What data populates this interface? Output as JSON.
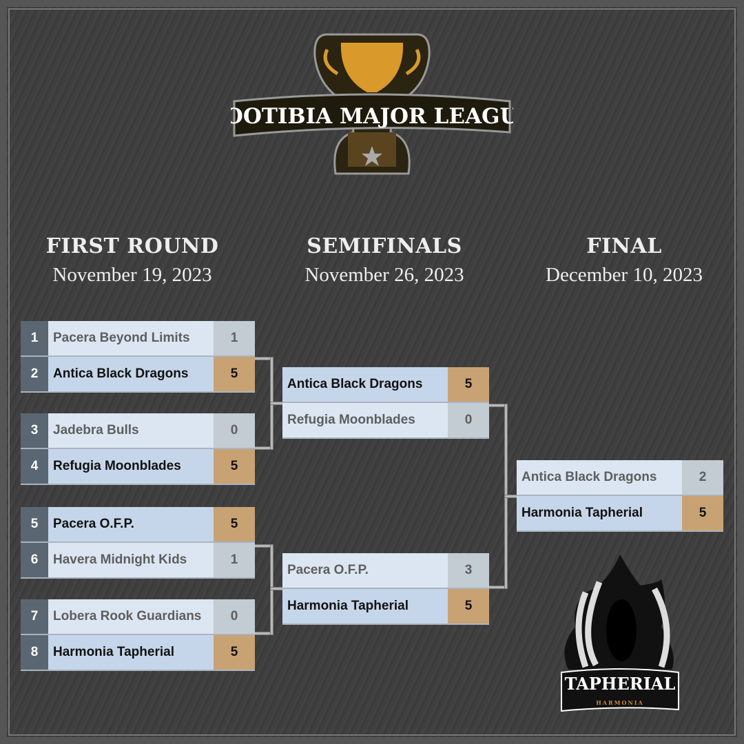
{
  "logo": {
    "text": "FOOTIBIA MAJOR LEAGUE"
  },
  "rounds": [
    {
      "title": "FIRST ROUND",
      "date": "November 19, 2023"
    },
    {
      "title": "SEMIFINALS",
      "date": "November 26, 2023"
    },
    {
      "title": "FINAL",
      "date": "December 10, 2023"
    }
  ],
  "first_round": [
    {
      "seed": "1",
      "team": "Pacera Beyond Limits",
      "score": "1",
      "winner": false
    },
    {
      "seed": "2",
      "team": "Antica Black Dragons",
      "score": "5",
      "winner": true
    },
    {
      "seed": "3",
      "team": "Jadebra Bulls",
      "score": "0",
      "winner": false
    },
    {
      "seed": "4",
      "team": "Refugia Moonblades",
      "score": "5",
      "winner": true
    },
    {
      "seed": "5",
      "team": "Pacera O.F.P.",
      "score": "5",
      "winner": true
    },
    {
      "seed": "6",
      "team": "Havera Midnight Kids",
      "score": "1",
      "winner": false
    },
    {
      "seed": "7",
      "team": "Lobera Rook Guardians",
      "score": "0",
      "winner": false
    },
    {
      "seed": "8",
      "team": "Harmonia Tapherial",
      "score": "5",
      "winner": true
    }
  ],
  "semifinals": [
    {
      "team": "Antica Black Dragons",
      "score": "5",
      "winner": true
    },
    {
      "team": "Refugia Moonblades",
      "score": "0",
      "winner": false
    },
    {
      "team": "Pacera O.F.P.",
      "score": "3",
      "winner": false
    },
    {
      "team": "Harmonia Tapherial",
      "score": "5",
      "winner": true
    }
  ],
  "final": [
    {
      "team": "Antica Black Dragons",
      "score": "2",
      "winner": false
    },
    {
      "team": "Harmonia Tapherial",
      "score": "5",
      "winner": true
    }
  ],
  "champion_logo": {
    "name": "TAPHERIAL",
    "sub": "HARMONIA"
  }
}
